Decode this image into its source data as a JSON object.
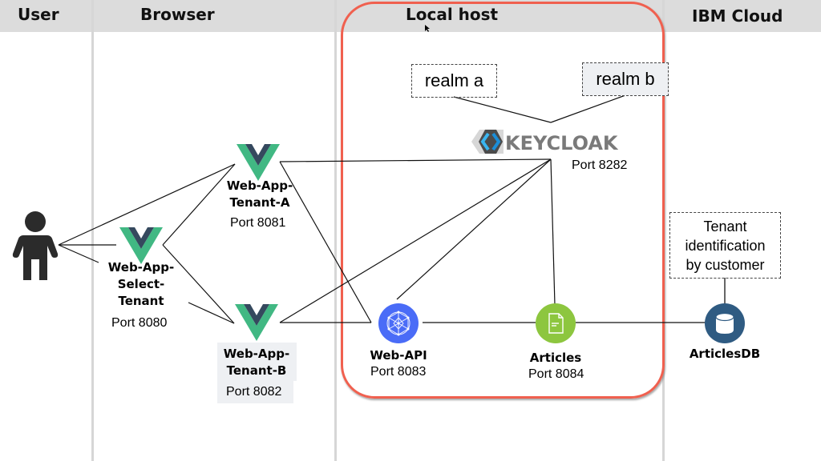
{
  "lanes": {
    "user": "User",
    "browser": "Browser",
    "local_host": "Local host",
    "ibm_cloud": "IBM Cloud"
  },
  "realms": {
    "realm_a": "realm a",
    "realm_b": "realm b"
  },
  "keycloak": {
    "logo_text": "KEYCLOAK",
    "port": "Port 8282"
  },
  "nodes": {
    "select_tenant": {
      "name_lines": [
        "Web-App-",
        "Select-",
        "Tenant"
      ],
      "port": "Port 8080"
    },
    "tenant_a": {
      "name_lines": [
        "Web-App-",
        "Tenant-A"
      ],
      "port": "Port 8081"
    },
    "tenant_b": {
      "name_lines": [
        "Web-App-",
        "Tenant-B"
      ],
      "port": "Port 8082"
    },
    "web_api": {
      "name": "Web-API",
      "port": "Port 8083"
    },
    "articles": {
      "name": "Articles",
      "port": "Port 8084"
    },
    "articles_db": {
      "name": "ArticlesDB"
    }
  },
  "note": {
    "lines": [
      "Tenant",
      "identification",
      "by customer"
    ]
  },
  "icons": {
    "user": "person-icon",
    "vue": "vue-logo-icon",
    "keycloak": "keycloak-logo-icon",
    "web_api": "network-sphere-icon",
    "articles": "document-icon",
    "db": "database-icon"
  },
  "colors": {
    "lane_header": "#dcdcdc",
    "localhost_border": "#f0604f",
    "vue_green": "#41b883",
    "vue_dark": "#35495e",
    "web_api_blue": "#4a6cf7",
    "articles_green": "#8dc63f",
    "db_blue": "#2f5b82",
    "user_icon": "#2b2b2b"
  }
}
